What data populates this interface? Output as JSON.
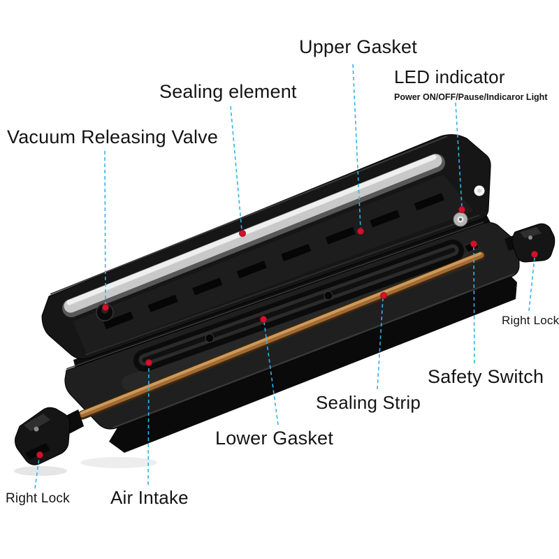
{
  "colors": {
    "background": "#ffffff",
    "label_text": "#141414",
    "leader_line": "#2fb4e9",
    "marker_dot": "#d6112b"
  },
  "labels": {
    "upper_gasket": {
      "text": "Upper Gasket"
    },
    "led_indicator": {
      "text": "LED indicator",
      "subtext": "Power ON/OFF/Pause/Indicaror Light"
    },
    "sealing_element": {
      "text": "Sealing element"
    },
    "vacuum_releasing_valve": {
      "text": "Vacuum Releasing Valve"
    },
    "right_lock_right": {
      "text": "Right Lock"
    },
    "safety_switch": {
      "text": "Safety Switch"
    },
    "sealing_strip": {
      "text": "Sealing Strip"
    },
    "lower_gasket": {
      "text": "Lower Gasket"
    },
    "air_intake": {
      "text": "Air Intake"
    },
    "right_lock_left": {
      "text": "Right Lock"
    }
  }
}
